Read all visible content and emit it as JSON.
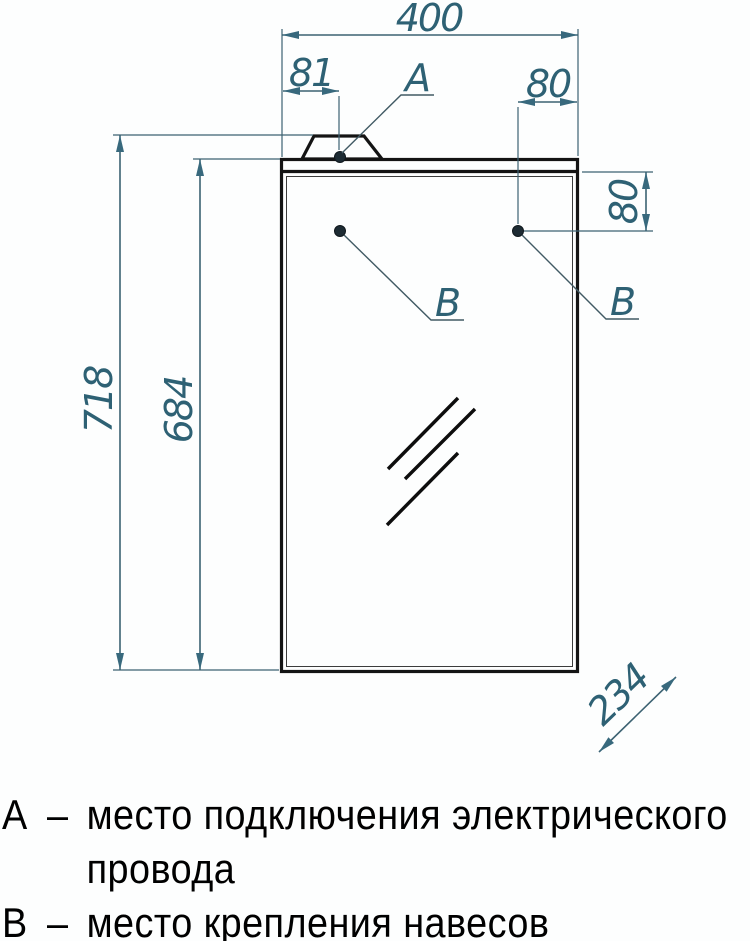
{
  "drawing": {
    "dims": {
      "width_top": "400",
      "offset_a": "81",
      "hinge_offset_h": "80",
      "hinge_offset_v": "80",
      "height_overall": "718",
      "height_body": "684",
      "depth": "234"
    },
    "labels": {
      "a": "А",
      "b_left": "В",
      "b_right": "В"
    }
  },
  "legend": {
    "items": [
      {
        "key": "А",
        "dash": "–",
        "lines": [
          "место подключения электрического",
          "провода"
        ]
      },
      {
        "key": "В",
        "dash": "–",
        "lines": [
          "место крепления навесов"
        ]
      }
    ]
  },
  "colors": {
    "dimension_text": "#2e6174",
    "dimension_line": "#3c6272",
    "ink": "#141414",
    "background": "#fdfefe"
  }
}
